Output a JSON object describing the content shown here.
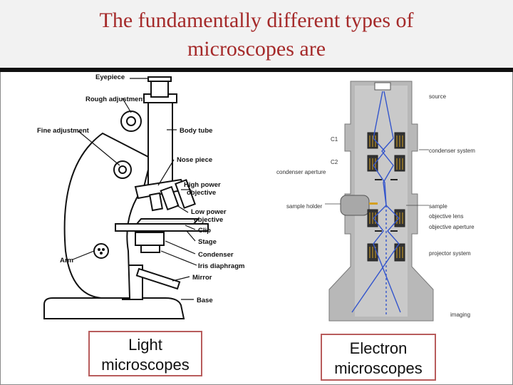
{
  "slide": {
    "title_line1": "The fundamentally different types of",
    "title_line2": "microscopes are"
  },
  "light_microscope": {
    "labels": {
      "eyepiece": "Eyepiece",
      "rough_adjustment": "Rough adjustment",
      "fine_adjustment": "Fine adjustment",
      "body_tube": "Body tube",
      "nose_piece": "Nose piece",
      "high_power_objective_1": "High power",
      "high_power_objective_2": "objective",
      "low_power_objective_1": "Low power",
      "low_power_objective_2": "objective",
      "clip": "Clip",
      "stage": "Stage",
      "condenser": "Condenser",
      "iris_diaphragm": "Iris diaphragm",
      "mirror": "Mirror",
      "arm": "Arm",
      "base": "Base"
    },
    "caption_line1": "Light",
    "caption_line2": "microscopes"
  },
  "electron_microscope": {
    "labels": {
      "source": "source",
      "c1": "C1",
      "c2": "C2",
      "condenser_system": "condenser system",
      "condenser_aperture": "condenser aperture",
      "sample_holder": "sample holder",
      "sample": "sample",
      "objective_lens": "objective lens",
      "objective_aperture": "objective aperture",
      "projector_system": "projector system",
      "imaging": "imaging"
    },
    "caption_line1": "Electron",
    "caption_line2": "microscopes"
  }
}
